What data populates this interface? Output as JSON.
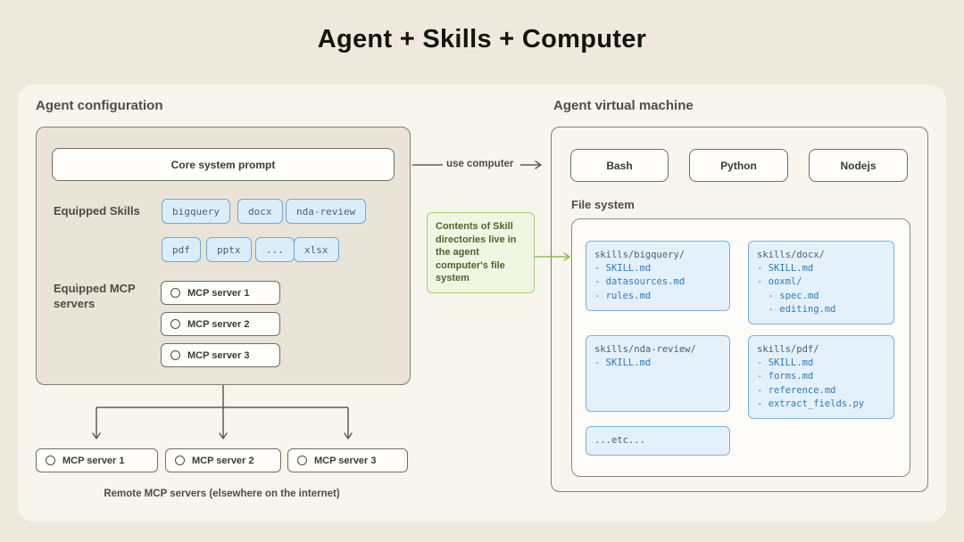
{
  "title": "Agent + Skills + Computer",
  "agent_config": {
    "heading": "Agent configuration",
    "core_prompt": "Core system prompt",
    "skills_label": "Equipped Skills",
    "skills_row1": [
      "bigquery",
      "docx",
      "nda-review"
    ],
    "skills_row2": [
      "pdf",
      "pptx",
      "...",
      "xlsx"
    ],
    "mcp_label": "Equipped MCP servers",
    "mcp_servers": [
      "MCP server 1",
      "MCP server 2",
      "MCP server 3"
    ],
    "remote_servers": [
      "MCP server 1",
      "MCP server 2",
      "MCP server 3"
    ],
    "remote_caption": "Remote MCP servers (elsewhere on the internet)"
  },
  "connector": {
    "use_computer": "use computer",
    "note": "Contents of Skill directories live in the agent computer's file system"
  },
  "vm": {
    "heading": "Agent virtual machine",
    "runtimes": [
      "Bash",
      "Python",
      "Nodejs"
    ],
    "file_system_label": "File system",
    "file_boxes": [
      {
        "header": "skills/bigquery/",
        "items": [
          "- SKILL.md",
          "- datasources.md",
          "- rules.md"
        ]
      },
      {
        "header": "skills/docx/",
        "items": [
          "- SKILL.md",
          "- ooxml/",
          "  - spec.md",
          "  - editing.md"
        ]
      },
      {
        "header": "skills/nda-review/",
        "items": [
          "- SKILL.md"
        ]
      },
      {
        "header": "skills/pdf/",
        "items": [
          "- SKILL.md",
          "- forms.md",
          "- reference.md",
          "- extract_fields.py"
        ]
      },
      {
        "header": "...etc...",
        "items": []
      }
    ]
  },
  "colors": {
    "background": "#efe9dd",
    "panel": "#f8f5ee",
    "config_fill": "#e9e4d7",
    "chip_fill": "#dcedfa",
    "chip_border": "#6fa9d6",
    "file_fill": "#e4f1fb",
    "file_border": "#79b2dd",
    "file_item_text": "#2b7dbd",
    "note_fill": "#eff6e2",
    "note_border": "#a9cd72",
    "arrow": "#5f5e54"
  }
}
